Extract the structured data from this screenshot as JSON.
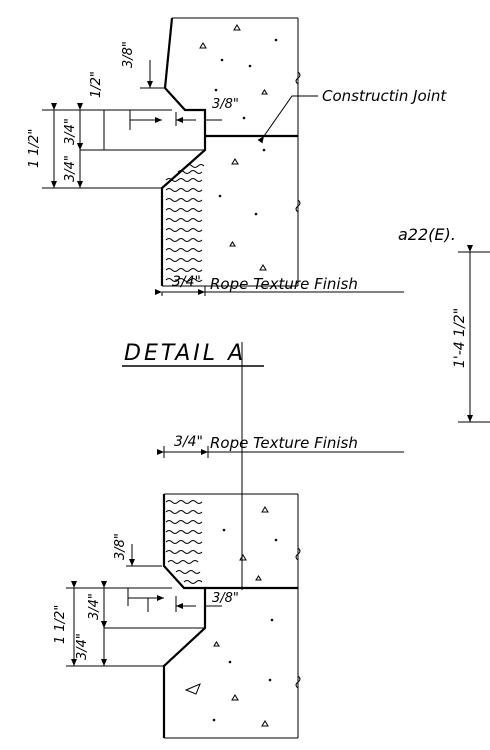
{
  "top_detail": {
    "joint_label": "Constructin Joint",
    "finish_label": "Rope Texture Finish",
    "finish_dim": "3/4\"",
    "dims": {
      "a": "3/8\"",
      "b": "1/2\"",
      "c": "3/8\"",
      "d": "1 1/2\"",
      "e": "3/4\"",
      "f": "3/4\""
    }
  },
  "detail_title": "DETAIL A",
  "bottom_detail": {
    "finish_label": "Rope Texture Finish",
    "finish_dim": "3/4\"",
    "dims": {
      "a": "3/8\"",
      "b": "3/8\"",
      "c": "1 1/2\"",
      "d": "3/4\"",
      "e": "3/4\""
    }
  },
  "side_label": "a22(E).",
  "vertical_dim": "1'-4 1/2\""
}
